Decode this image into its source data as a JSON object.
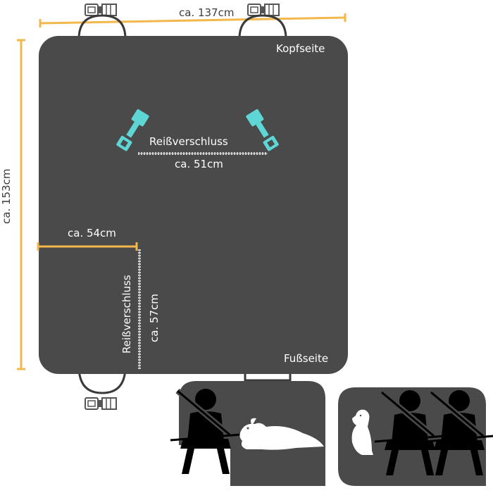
{
  "dimensions": {
    "width": "ca. 137cm",
    "height": "ca. 153cm",
    "zipper_top_length": "ca. 51cm",
    "cutout_width": "ca. 54cm",
    "zipper_side_length": "ca. 57cm"
  },
  "labels": {
    "head_side": "Kopfseite",
    "foot_side": "Fußseite",
    "zipper_top": "Reißverschluss",
    "zipper_side": "Reißverschluss"
  },
  "colors": {
    "cover": "#4a4a4a",
    "measure": "#f2b84b",
    "buckle": "#5fd6d6",
    "zipper": "#cfcfcf",
    "strap": "#3a3a3a",
    "text_light": "#ffffff",
    "text_dark": "#3c3c3c"
  },
  "icons": {
    "buckle": "seatbelt-buckle-icon",
    "clip": "strap-clip-icon",
    "person": "belted-passenger-icon",
    "dog_lying": "lying-dog-icon",
    "dog_sitting": "sitting-dog-icon"
  }
}
